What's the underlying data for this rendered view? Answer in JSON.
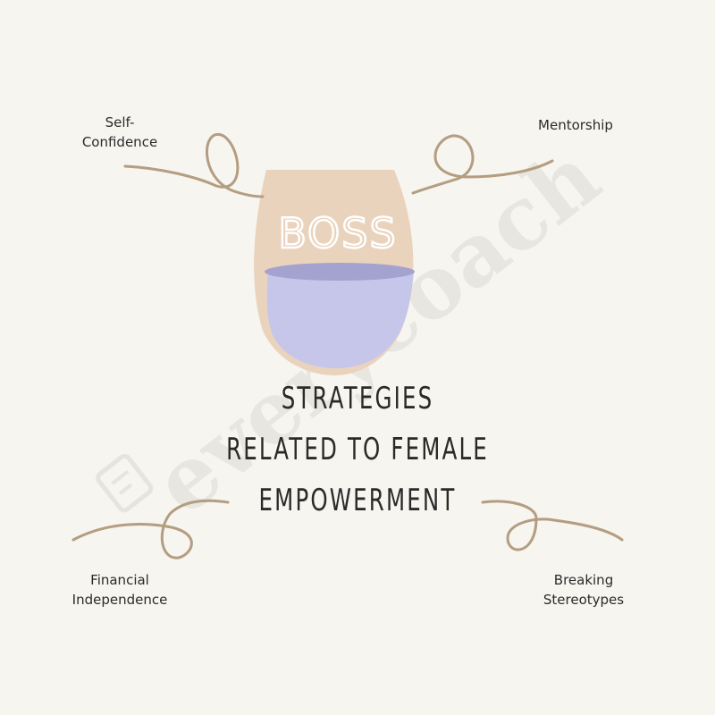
{
  "title": {
    "line1": "STRATEGIES",
    "line2": "RELATED TO FEMALE",
    "line3": "EMPOWERMENT"
  },
  "glass": {
    "text": "BOSS",
    "colors": {
      "bowl": "#ead3bd",
      "liquid": "#c6c5ea",
      "liquid_surface": "#a4a2cf",
      "text": "#ffffff"
    }
  },
  "items": {
    "top_left": {
      "line1": "Self-",
      "line2": "Confidence"
    },
    "top_right": {
      "line1": "Mentorship"
    },
    "bottom_left": {
      "line1": "Financial",
      "line2": "Independence"
    },
    "bottom_right": {
      "line1": "Breaking",
      "line2": "Stereotypes"
    }
  },
  "watermark": {
    "text": "everycoach"
  },
  "colors": {
    "background": "#f6f5f0",
    "connector": "#b49d80",
    "text": "#2b2b2b",
    "watermark": "#e6e4df"
  }
}
